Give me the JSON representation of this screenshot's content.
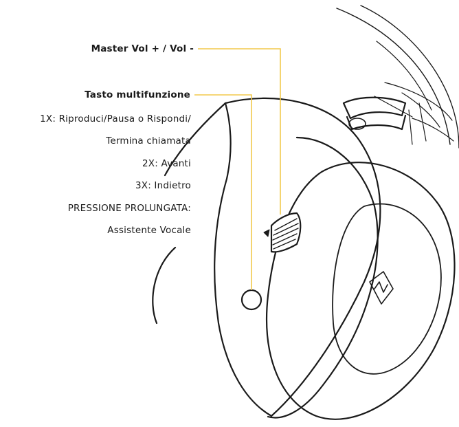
{
  "callouts": {
    "volume": {
      "title": "Master Vol + / Vol -"
    },
    "multifunction": {
      "title": "Tasto multifunzione",
      "lines": [
        "1X: Riproduci/Pausa o Rispondi/",
        "Termina chiamata",
        "2X: Avanti",
        "3X: Indietro",
        "PRESSIONE PROLUNGATA:",
        "Assistente Vocale"
      ]
    }
  },
  "colors": {
    "leader_line": "#f2c94c",
    "outline": "#1a1a1a"
  },
  "icons": {
    "logo": "m-logo-icon"
  }
}
